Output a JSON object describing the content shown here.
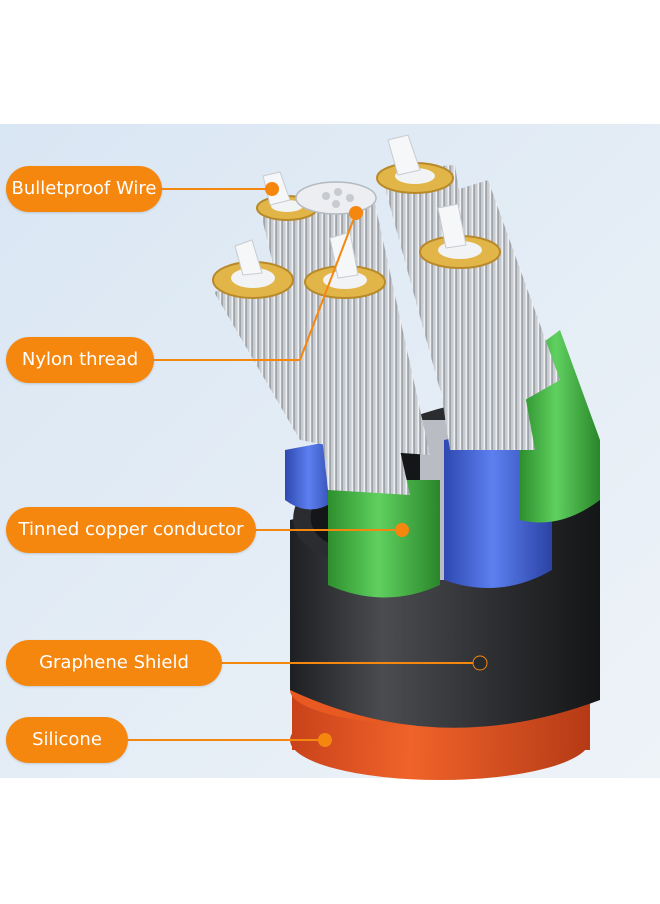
{
  "colors": {
    "accent": "#f5870f",
    "background_top": "#dbe7f4",
    "background_bottom": "#eef3f9",
    "jacket_outer": "#e8541e",
    "shield": "#2f3033",
    "wire_green": "#3fb33f",
    "wire_blue": "#3f62d4",
    "copper_ring": "#e5b94a",
    "conductor": "#c9ccd1"
  },
  "labels": [
    {
      "id": "bulletproof",
      "text": "Bulletproof Wire"
    },
    {
      "id": "nylon",
      "text": "Nylon thread"
    },
    {
      "id": "tinned",
      "text": "Tinned copper conductor"
    },
    {
      "id": "graphene",
      "text": "Graphene Shield"
    },
    {
      "id": "silicone",
      "text": "Silicone"
    }
  ]
}
